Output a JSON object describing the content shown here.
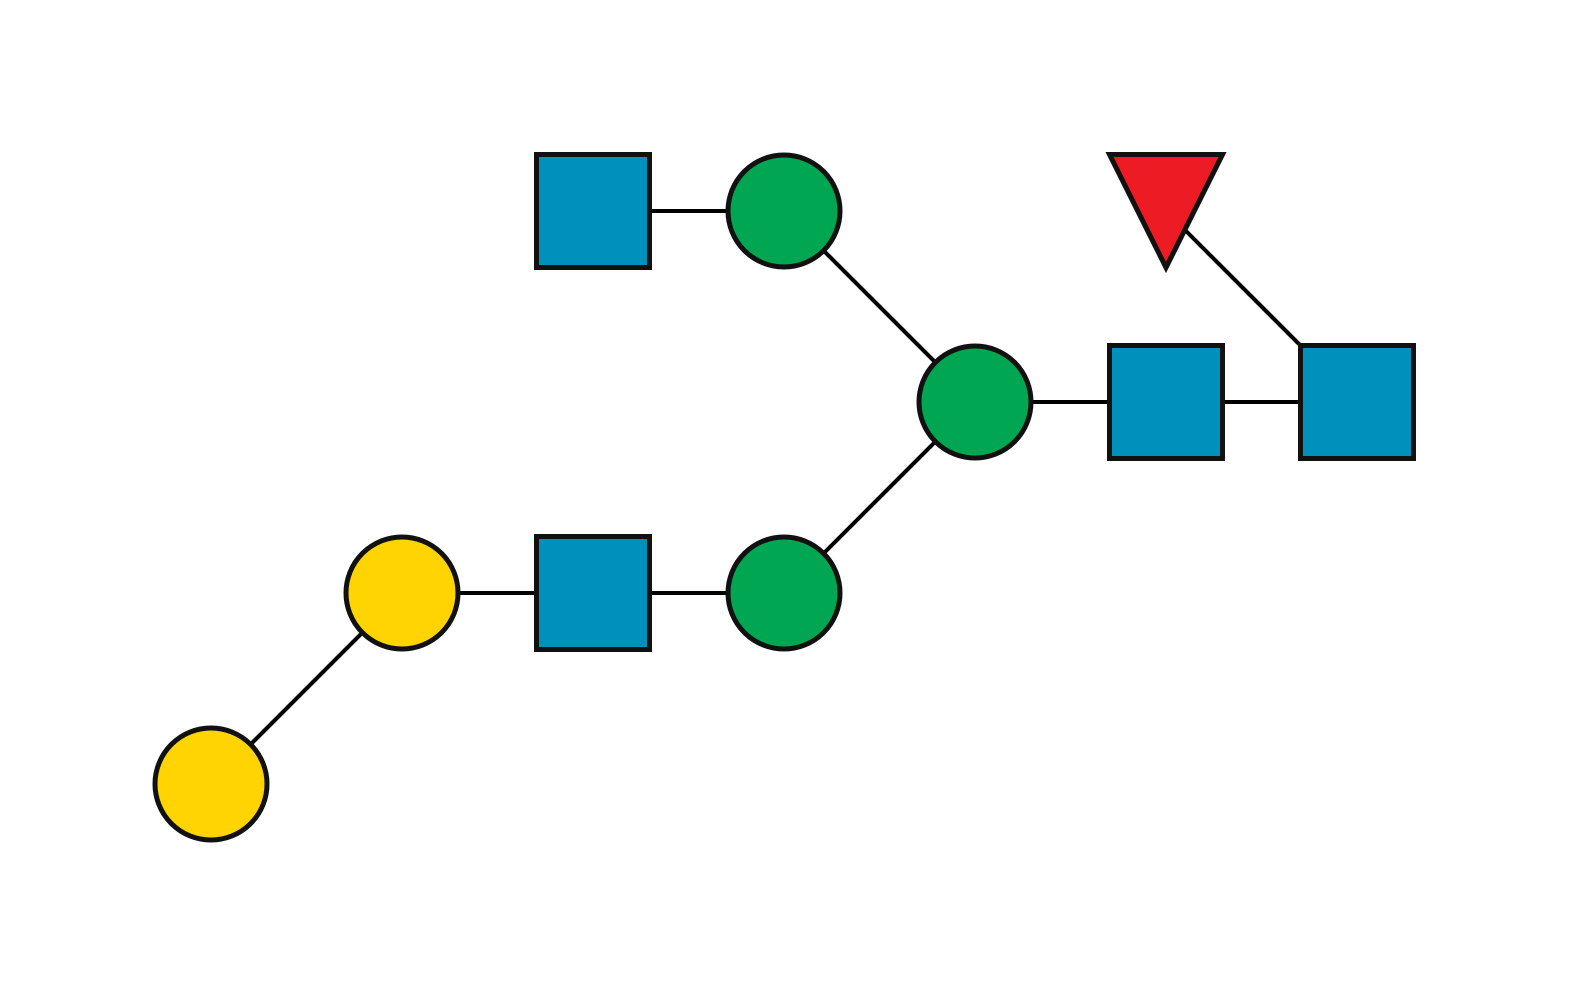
{
  "diagram": {
    "type": "glycan-structure",
    "colors": {
      "background": "#ffffff",
      "outline": "#111111",
      "bond": "#000000",
      "blue_square": "#0090BC",
      "green_circle": "#00A651",
      "yellow_circle": "#FFD400",
      "red_triangle": "#ED1C24"
    },
    "residues": [
      {
        "id": "r1",
        "shape": "square",
        "color": "blue_square",
        "label": ""
      },
      {
        "id": "r2",
        "shape": "square",
        "color": "blue_square",
        "label": ""
      },
      {
        "id": "r3",
        "shape": "triangle",
        "color": "red_triangle",
        "label": ""
      },
      {
        "id": "r4",
        "shape": "circle",
        "color": "green_circle",
        "label": ""
      },
      {
        "id": "r5",
        "shape": "circle",
        "color": "green_circle",
        "label": ""
      },
      {
        "id": "r6",
        "shape": "square",
        "color": "blue_square",
        "label": ""
      },
      {
        "id": "r7",
        "shape": "circle",
        "color": "green_circle",
        "label": ""
      },
      {
        "id": "r8",
        "shape": "square",
        "color": "blue_square",
        "label": ""
      },
      {
        "id": "r9",
        "shape": "circle",
        "color": "yellow_circle",
        "label": ""
      },
      {
        "id": "r10",
        "shape": "circle",
        "color": "yellow_circle",
        "label": ""
      }
    ],
    "links": [
      {
        "from": "r1",
        "to": "r2"
      },
      {
        "from": "r1",
        "to": "r3"
      },
      {
        "from": "r2",
        "to": "r4"
      },
      {
        "from": "r4",
        "to": "r5"
      },
      {
        "from": "r5",
        "to": "r6"
      },
      {
        "from": "r4",
        "to": "r7"
      },
      {
        "from": "r7",
        "to": "r8"
      },
      {
        "from": "r8",
        "to": "r9"
      },
      {
        "from": "r9",
        "to": "r10"
      }
    ]
  }
}
